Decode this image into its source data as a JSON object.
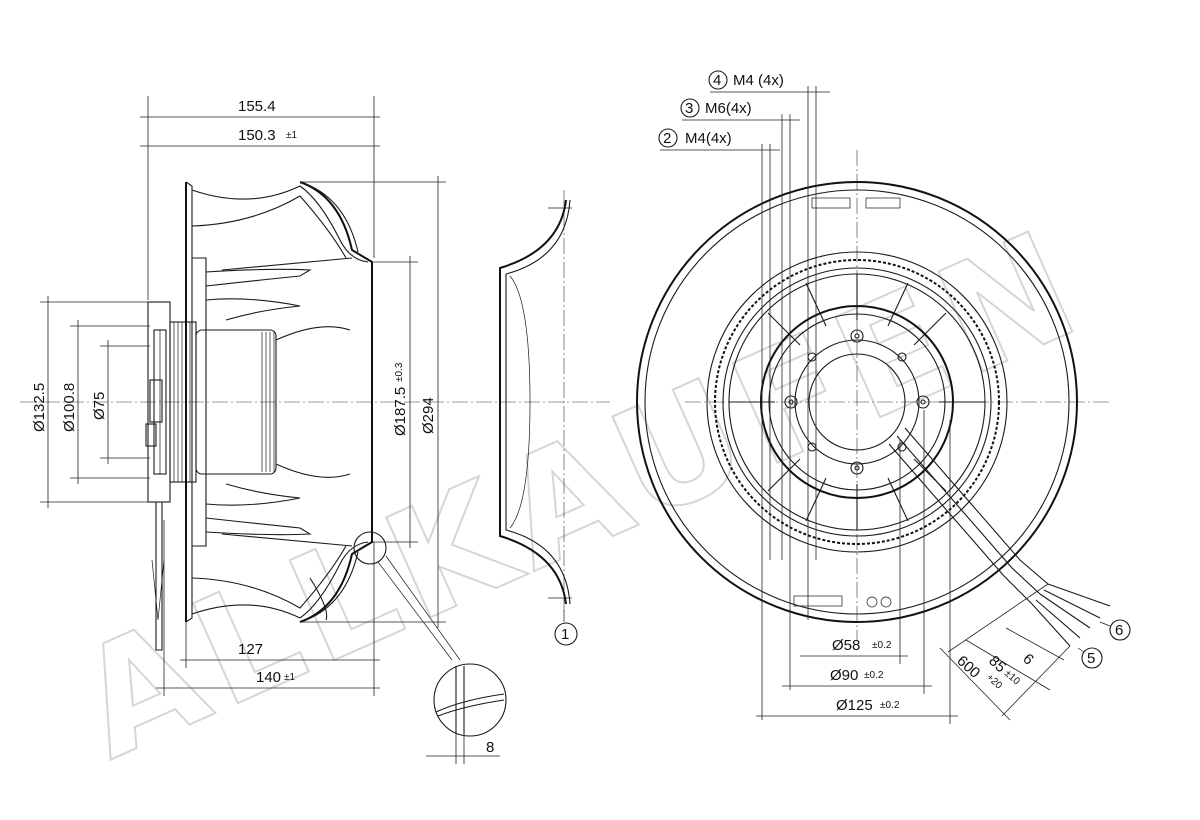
{
  "watermark": "ALLKAUFEN",
  "side_view": {
    "dim_overall_length": "155.4",
    "dim_body_length": "150.3",
    "dim_body_tol": "±1",
    "dim_base_127": "127",
    "dim_base_140": "140",
    "dim_base_140_tol": "±1",
    "dim_flange_132": "Ø132.5",
    "dim_hub_100": "Ø100.8",
    "dim_shaft_75": "Ø75",
    "dim_inlet_187": "Ø187.5",
    "dim_inlet_187_tol": "±0.3",
    "dim_impeller_294": "Ø294",
    "detail_dim": "8",
    "inlet_ring_callout": "1"
  },
  "front_view": {
    "callout_2_num": "2",
    "callout_2_label": "M4(4x)",
    "callout_3_num": "3",
    "callout_3_label": "M6(4x)",
    "callout_4_num": "4",
    "callout_4_label": "M4 (4x)",
    "dim_58": "Ø58",
    "dim_58_tol": "±0.2",
    "dim_90": "Ø90",
    "dim_90_tol": "±0.2",
    "dim_125": "Ø125",
    "dim_125_tol": "±0.2",
    "cable_dim_6": "6",
    "cable_dim_85": "85",
    "cable_dim_85_tol": "±10",
    "cable_dim_600": "600",
    "cable_dim_600_tol": "+20",
    "callout_5": "5",
    "callout_6": "6"
  }
}
